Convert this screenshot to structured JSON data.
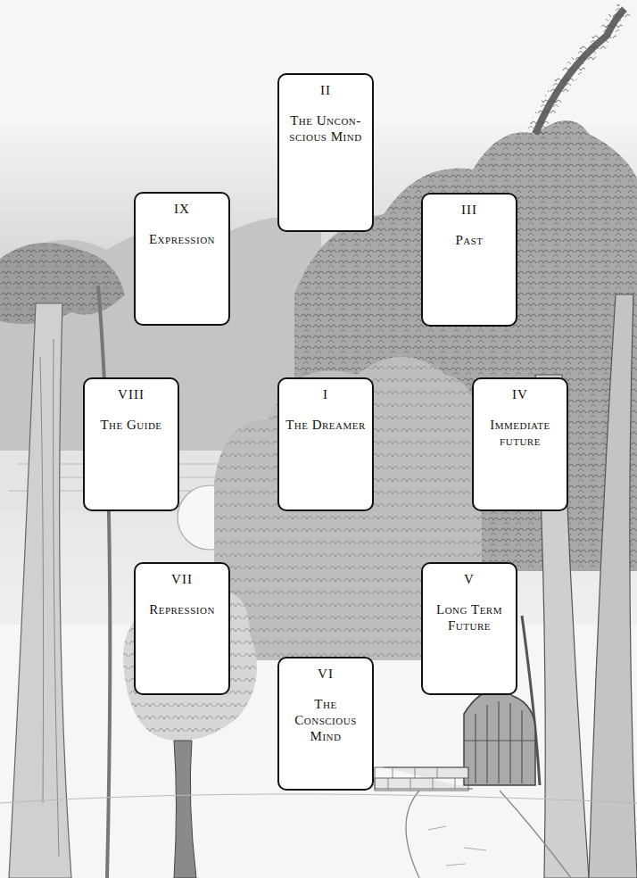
{
  "diagram": {
    "nodes": [
      {
        "text": [
          "II",
          "The Uncon- scious Mind"
        ]
      },
      {
        "text": [
          "IX",
          "Expression"
        ]
      },
      {
        "text": [
          "III",
          "Past"
        ]
      },
      {
        "text": [
          "VIII",
          "The Guide"
        ]
      },
      {
        "text": [
          "I",
          "The Dreamer"
        ]
      },
      {
        "text": [
          "IV",
          "Immediate future"
        ]
      },
      {
        "text": [
          "VII",
          "Repression"
        ]
      },
      {
        "text": [
          "V",
          "Long Term Future"
        ]
      },
      {
        "text": [
          "VI",
          "The Conscious Mind"
        ]
      }
    ]
  }
}
